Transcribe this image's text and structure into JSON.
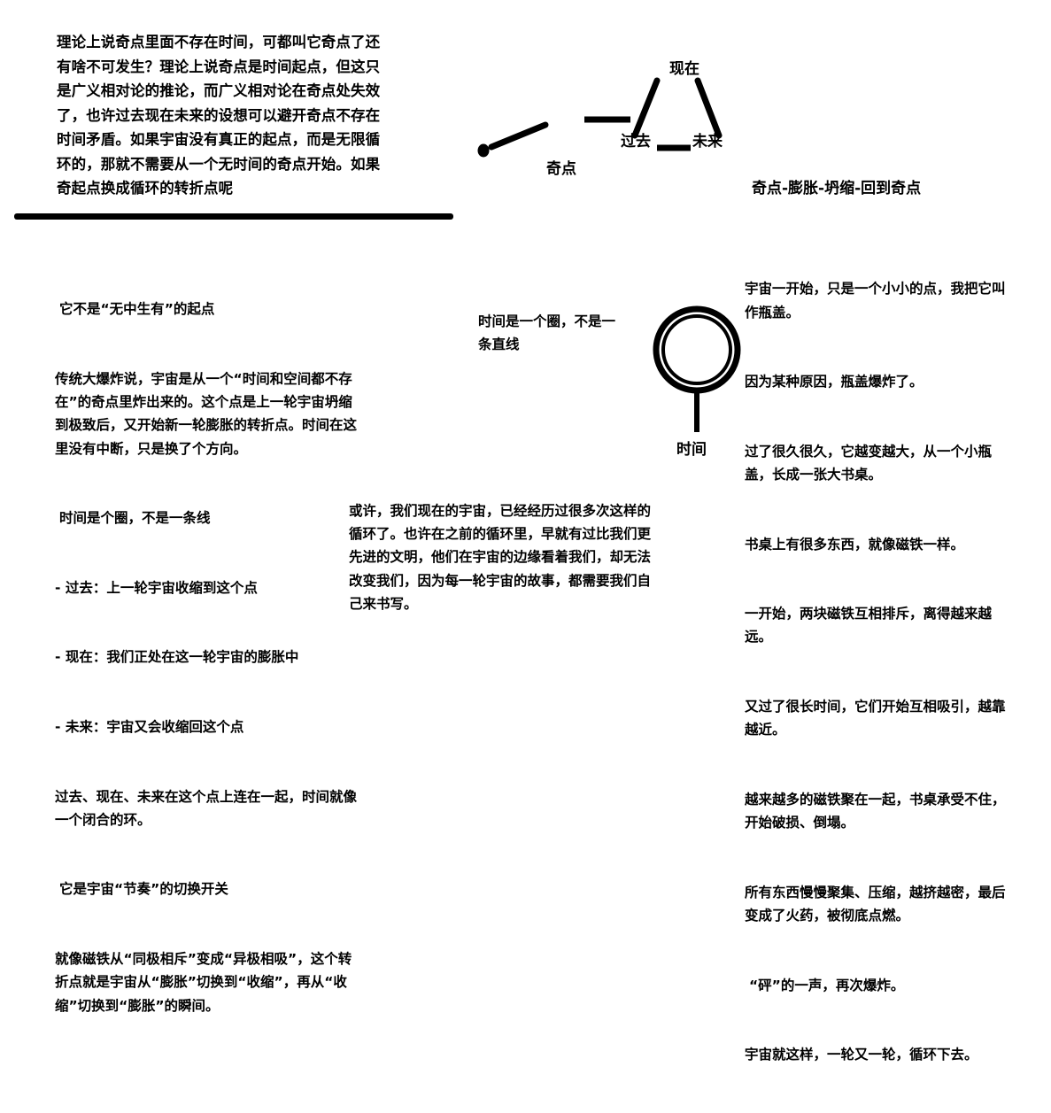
{
  "page": {
    "background_color": "#ffffff",
    "text_color": "#000000"
  },
  "intro": {
    "text": "理论上说奇点里面不存在时间，可都叫它奇点了还有啥不可发生？理论上说奇点是时间起点，但这只是广义相对论的推论，而广义相对论在奇点处失效了，也许过去现在未来的设想可以避开奇点不存在时间矛盾。如果宇宙没有真正的起点，而是无限循环的，那就不需要从一个无时间的奇点开始。如果奇起点换成循环的转折点呢"
  },
  "singularity_diagram": {
    "dot_label": "",
    "labels": {
      "singularity": "奇点",
      "present": "现在",
      "past": "过去",
      "future": "未来"
    }
  },
  "cycle_caption": {
    "text": "奇点-膨胀-坍缩-回到奇点"
  },
  "left_column": {
    "lines": [
      "它不是“无中生有”的起点",
      "传统大爆炸说，宇宙是从一个“时间和空间都不存在”的奇点里炸出来的。这个点是上一轮宇宙坍缩到极致后，又开始新一轮膨胀的转折点。时间在这里没有中断，只是换了个方向。",
      "时间是个圈，不是一条线",
      "- 过去：上一轮宇宙收缩到这个点",
      "- 现在：我们正处在这一轮宇宙的膨胀中",
      "- 未来：宇宙又会收缩回这个点",
      "过去、现在、未来在这个点上连在一起，时间就像一个闭合的环。",
      "它是宇宙“节奏”的切换开关",
      "就像磁铁从“同极相斥”变成“异极相吸”，这个转折点就是宇宙从“膨胀”切换到“收缩”，再从“收缩”切换到“膨胀”的瞬间。"
    ]
  },
  "loop_caption": {
    "text": "时间是一个圈，不是一条直线"
  },
  "time_loop_diagram": {
    "label_time": "时间"
  },
  "middle_bottom": {
    "text": "或许，我们现在的宇宙，已经经历过很多次这样的循环了。也许在之前的循环里，早就有过比我们更先进的文明，他们在宇宙的边缘看着我们，却无法改变我们，因为每一轮宇宙的故事，都需要我们自己来书写。"
  },
  "right_column": {
    "lines": [
      "宇宙一开始，只是一个小小的点，我把它叫作瓶盖。",
      "因为某种原因，瓶盖爆炸了。",
      "过了很久很久，它越变越大，从一个小瓶盖，长成一张大书桌。",
      "书桌上有很多东西，就像磁铁一样。",
      "一开始，两块磁铁互相排斥，离得越来越远。",
      "又过了很长时间，它们开始互相吸引，越靠越近。",
      "越来越多的磁铁聚在一起，书桌承受不住，开始破损、倒塌。",
      "所有东西慢慢聚集、压缩，越挤越密，最后变成了火药，被彻底点燃。",
      "“砰”的一声，再次爆炸。",
      "宇宙就这样，一轮又一轮，循环下去。"
    ]
  }
}
